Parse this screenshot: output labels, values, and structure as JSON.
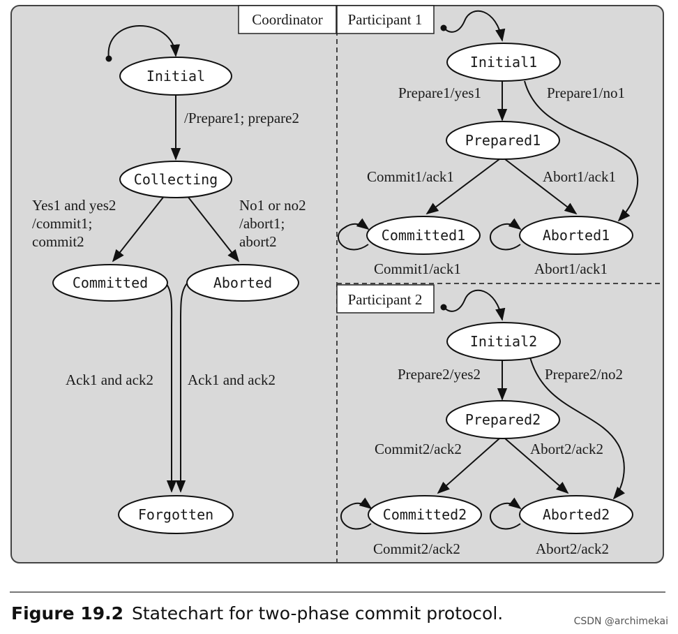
{
  "panels": {
    "coordinator": "Coordinator",
    "participant1": "Participant 1",
    "participant2": "Participant 2"
  },
  "coordinator": {
    "states": {
      "initial": "Initial",
      "collecting": "Collecting",
      "committed": "Committed",
      "aborted": "Aborted",
      "forgotten": "Forgotten"
    },
    "transitions": {
      "prepare": "/Prepare1; prepare2",
      "yes_lines": [
        "Yes1 and yes2",
        "/commit1;",
        "commit2"
      ],
      "no_lines": [
        "No1 or no2",
        "/abort1;",
        "abort2"
      ],
      "ack_left": "Ack1 and ack2",
      "ack_right": "Ack1 and ack2"
    }
  },
  "participant1": {
    "states": {
      "initial": "Initial1",
      "prepared": "Prepared1",
      "committed": "Committed1",
      "aborted": "Aborted1"
    },
    "transitions": {
      "prepare_yes": "Prepare1/yes1",
      "prepare_no": "Prepare1/no1",
      "commit": "Commit1/ack1",
      "abort": "Abort1/ack1",
      "commit_self": "Commit1/ack1",
      "abort_self": "Abort1/ack1"
    }
  },
  "participant2": {
    "states": {
      "initial": "Initial2",
      "prepared": "Prepared2",
      "committed": "Committed2",
      "aborted": "Aborted2"
    },
    "transitions": {
      "prepare_yes": "Prepare2/yes2",
      "prepare_no": "Prepare2/no2",
      "commit": "Commit2/ack2",
      "abort": "Abort2/ack2",
      "commit_self": "Commit2/ack2",
      "abort_self": "Abort2/ack2"
    }
  },
  "caption": {
    "number": "Figure 19.2",
    "text": "Statechart for two-phase commit protocol."
  },
  "watermark": "CSDN @archimekai"
}
